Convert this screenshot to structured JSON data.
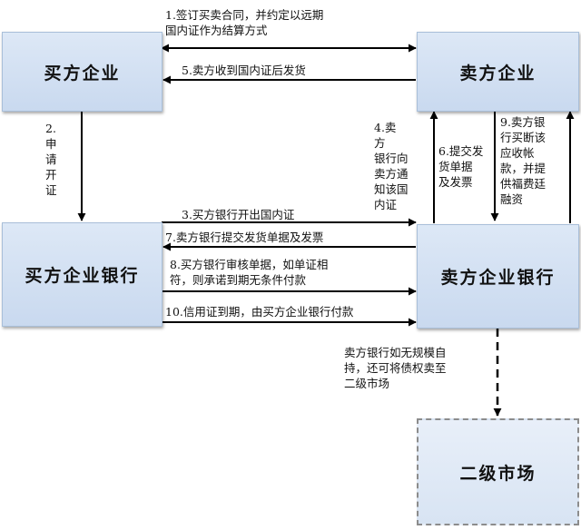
{
  "nodes": {
    "buyer": "买方企业",
    "seller": "卖方企业",
    "buyer_bank": "买方企业银行",
    "seller_bank": "卖方企业银行",
    "secondary_market": "二级市场"
  },
  "steps": {
    "s1": "1.签订买卖合同，并约定以远期\n国内证作为结算方式",
    "s2": "2.\n申\n请\n开\n证",
    "s3": "3.买方银行开出国内证",
    "s4": "4.卖\n方\n银行向\n卖方通\n知该国\n内证",
    "s5": "5.卖方收到国内证后发货",
    "s6": "6.提交发\n货单据\n及发票",
    "s7": "7.卖方银行提交发货单据及发票",
    "s8": "8.买方银行审核单据，如单证相\n符，则承诺到期无条件付款",
    "s9": "9.卖方银\n行买断该\n应收帐\n款，并提\n供福费廷\n融资",
    "s10": "10.信用证到期，由买方企业银行付款"
  },
  "note": "卖方银行如无规模自\n持，还可将债权卖至\n二级市场"
}
